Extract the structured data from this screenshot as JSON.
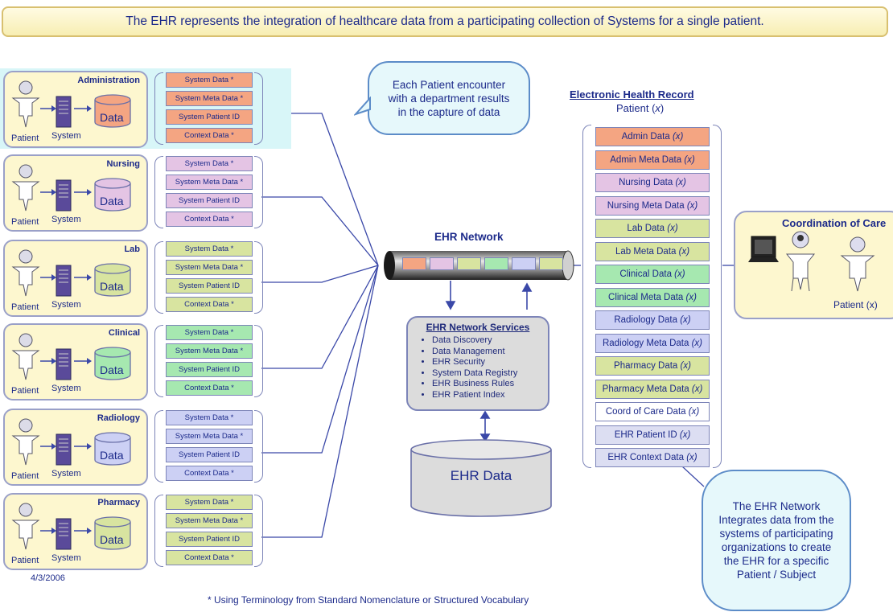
{
  "banner": "The EHR represents the integration of healthcare data from a participating collection of Systems for a single patient.",
  "departments": [
    {
      "title": "Administration",
      "color": "#f4a582"
    },
    {
      "title": "Nursing",
      "color": "#e4c4e4"
    },
    {
      "title": "Lab",
      "color": "#d8e4a0"
    },
    {
      "title": "Clinical",
      "color": "#a6e8b0"
    },
    {
      "title": "Radiology",
      "color": "#ccd0f4"
    },
    {
      "title": "Pharmacy",
      "color": "#d8e4a0"
    }
  ],
  "dept_labels": {
    "patient": "Patient",
    "system": "System",
    "data": "Data"
  },
  "system_data_rows": [
    "System Data *",
    "System Meta Data *",
    "System Patient ID",
    "Context Data *"
  ],
  "bubble_top": "Each Patient encounter with a department results in the capture of data",
  "bubble_bottom": "The EHR Network Integrates data from the systems of participating organizations to create the EHR for a specific Patient / Subject",
  "network_title": "EHR Network",
  "services": {
    "title": "EHR Network Services",
    "items": [
      "Data Discovery",
      "Data Management",
      "EHR Security",
      "System Data Registry",
      "EHR Business Rules",
      "EHR Patient Index"
    ]
  },
  "ehr_data_label": "EHR Data",
  "ehr_record": {
    "title": "Electronic Health Record",
    "subtitle_prefix": "Patient (",
    "subtitle_var": "x",
    "subtitle_suffix": ")",
    "rows": [
      {
        "label": "Admin Data",
        "color": "#f4a582"
      },
      {
        "label": "Admin Meta Data",
        "color": "#f4a582"
      },
      {
        "label": "Nursing Data",
        "color": "#e4c4e4"
      },
      {
        "label": "Nursing Meta Data",
        "color": "#e4c4e4"
      },
      {
        "label": "Lab Data",
        "color": "#d8e4a0"
      },
      {
        "label": "Lab Meta Data",
        "color": "#d8e4a0"
      },
      {
        "label": "Clinical Data",
        "color": "#a6e8b0"
      },
      {
        "label": "Clinical Meta Data",
        "color": "#a6e8b0"
      },
      {
        "label": "Radiology Data",
        "color": "#ccd0f4"
      },
      {
        "label": "Radiology Meta Data",
        "color": "#ccd0f4"
      },
      {
        "label": "Pharmacy Data",
        "color": "#d8e4a0"
      },
      {
        "label": "Pharmacy Meta Data",
        "color": "#d8e4a0"
      },
      {
        "label": "Coord of Care Data",
        "color": "#ffffff"
      },
      {
        "label": "EHR Patient ID",
        "color": "#dcdef2"
      },
      {
        "label": "EHR Context Data",
        "color": "#dcdef2"
      }
    ],
    "row_suffix": "(x)"
  },
  "coordination": {
    "title": "Coordination of Care",
    "patient": "Patient (x)"
  },
  "date": "4/3/2006",
  "footnote": "* Using Terminology from Standard Nomenclature or Structured Vocabulary",
  "colors": {
    "border": "#7c84b8",
    "text": "#1c2a8a",
    "bubble": "#e6f8fb"
  }
}
